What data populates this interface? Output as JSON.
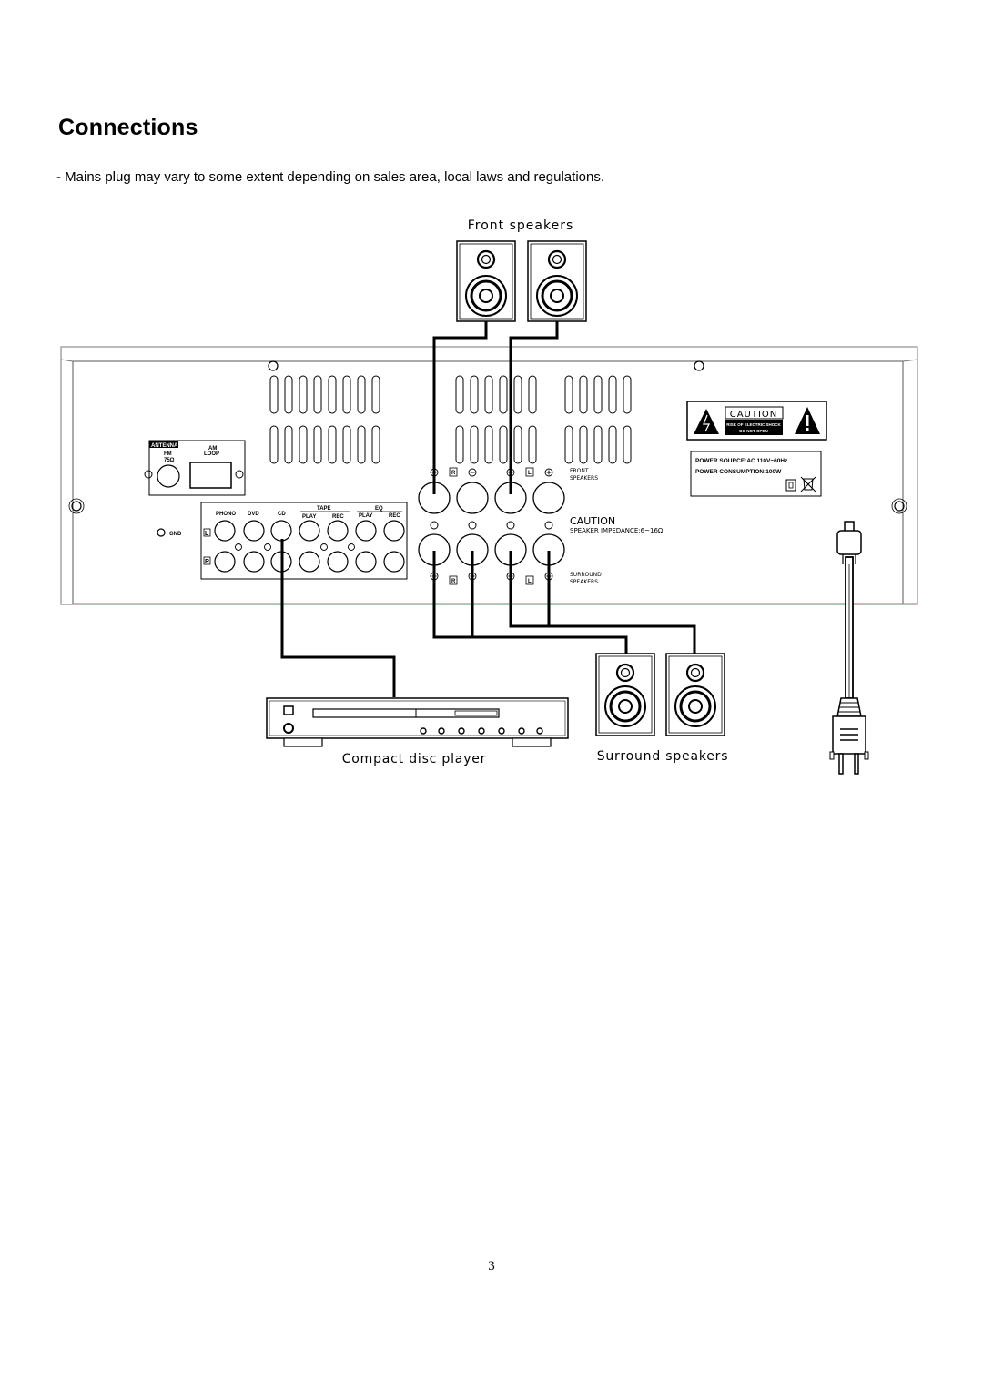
{
  "page": {
    "title": "Connections",
    "note": "- Mains plug may vary to some extent depending on sales area, local laws and regulations.",
    "page_number": "3"
  },
  "diagram": {
    "front_speakers_label": "Front speakers",
    "surround_speakers_label": "Surround speakers",
    "cd_player_label": "Compact disc player",
    "antenna": {
      "header": "ANTENNA",
      "fm": "FM",
      "fm_ohm": "75Ω",
      "am": "AM",
      "am_loop": "LOOP"
    },
    "gnd_label": "GND",
    "inputs": {
      "phono": "PHONO",
      "dvd": "DVD",
      "cd": "CD",
      "tape": "TAPE",
      "eq": "EQ",
      "play": "PLAY",
      "rec": "REC",
      "left": "L",
      "right": "R"
    },
    "speaker_terminals": {
      "front_line1": "FRONT",
      "front_line2": "SPEAKERS",
      "surround_line1": "SURROUND",
      "surround_line2": "SPEAKERS",
      "caution": "CAUTION",
      "impedance": "SPEAKER IMPEDANCE:6~16Ω",
      "r": "R",
      "l": "L"
    },
    "caution_sign": {
      "title": "CAUTION",
      "line1": "RISK OF ELECTRIC SHOCK",
      "line2": "DO NOT OPEN"
    },
    "power_label": {
      "source": "POWER SOURCE:AC 110V~60Hz",
      "consumption": "POWER CONSUMPTION:100W"
    }
  }
}
